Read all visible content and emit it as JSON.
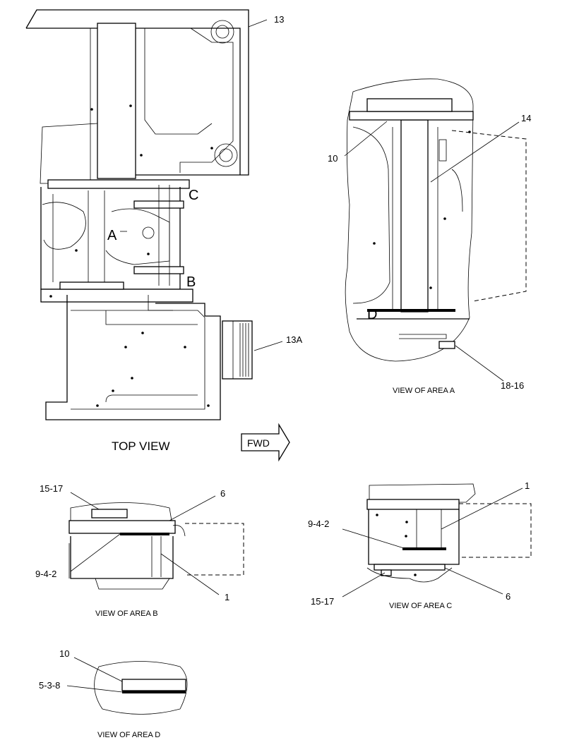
{
  "drawing": {
    "top_view": {
      "title": "TOP VIEW",
      "fwd_label": "FWD",
      "callout_13": "13",
      "callout_13a": "13A",
      "area_a": "A",
      "area_b": "B",
      "area_c": "C"
    },
    "view_a": {
      "title": "VIEW OF AREA  A",
      "callout_14": "14",
      "callout_10": "10",
      "callout_18_16": "18-16",
      "area_d": "D"
    },
    "view_b": {
      "title": "VIEW OF AREA  B",
      "callout_15_17": "15-17",
      "callout_6": "6",
      "callout_9_4_2": "9-4-2",
      "callout_1": "1"
    },
    "view_c": {
      "title": "VIEW OF AREA  C",
      "callout_1": "1",
      "callout_9_4_2": "9-4-2",
      "callout_15_17": "15-17",
      "callout_6": "6"
    },
    "view_d": {
      "title": "VIEW OF AREA  D",
      "callout_10": "10",
      "callout_5_3_8": "5-3-8"
    }
  }
}
